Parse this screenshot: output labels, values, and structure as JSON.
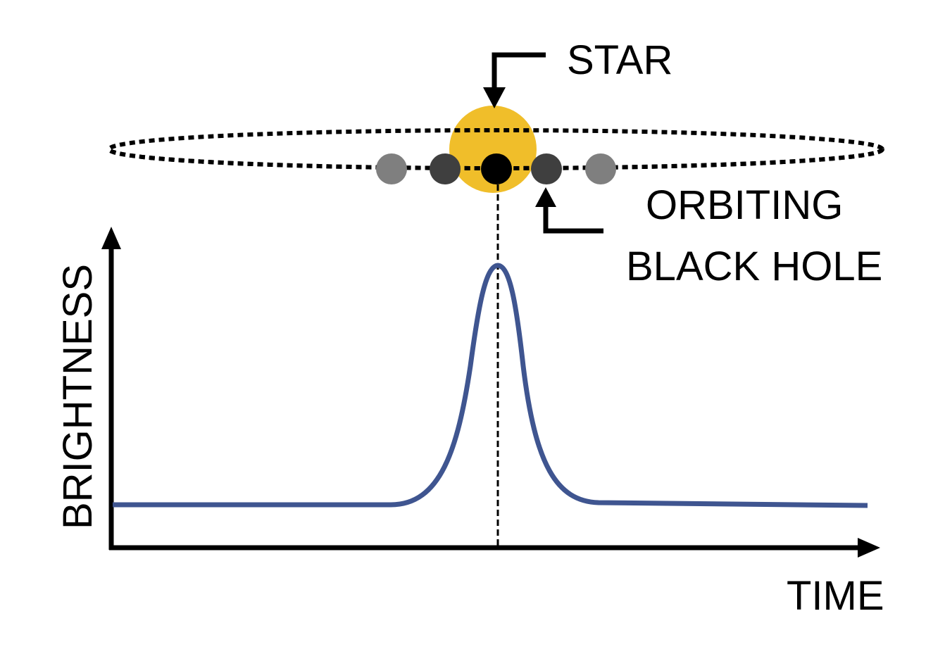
{
  "labels": {
    "star": "STAR",
    "orbiting_line1": "ORBITING",
    "orbiting_line2": "BLACK HOLE",
    "y_axis": "BRIGHTNESS",
    "x_axis": "TIME"
  },
  "colors": {
    "star": "#F0BE2A",
    "curve": "#3F5590",
    "black_hole": "#000000",
    "dark_dot": "#3F3F3F",
    "light_dot": "#7F7F7F",
    "axis": "#000000"
  }
}
